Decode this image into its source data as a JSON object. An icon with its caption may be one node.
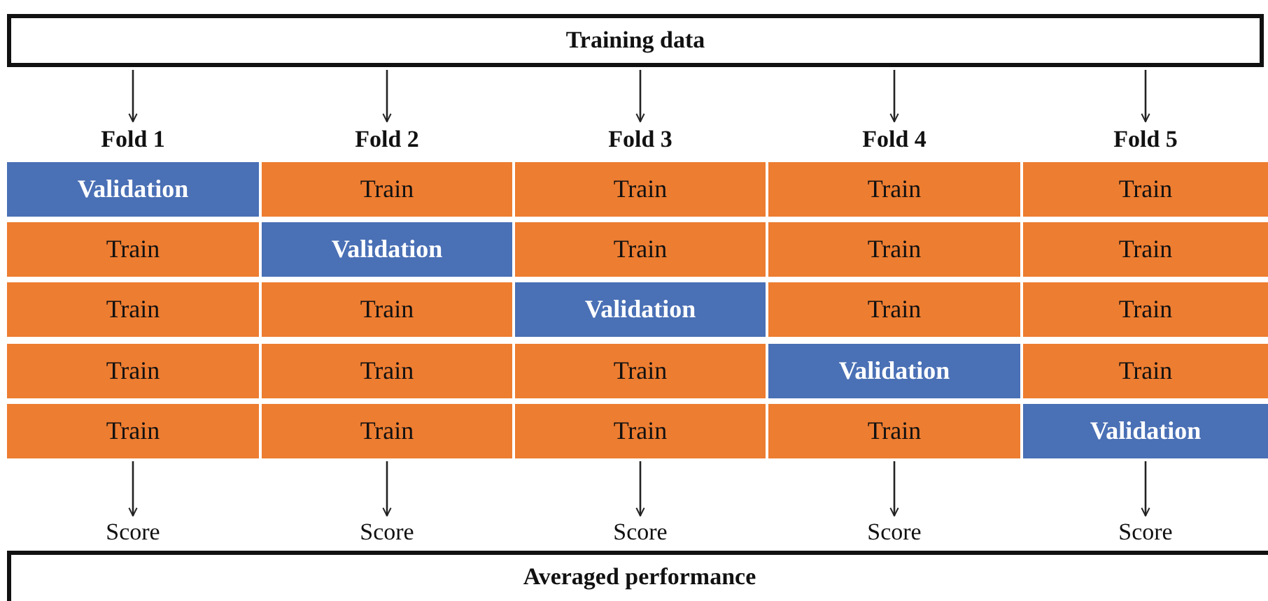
{
  "diagram": {
    "nodes": [
      {
        "text": [
          "Training data"
        ]
      },
      {
        "text": [
          "Fold 1"
        ]
      },
      {
        "text": [
          "Fold 2"
        ]
      },
      {
        "text": [
          "Fold 3"
        ]
      },
      {
        "text": [
          "Fold 4"
        ]
      },
      {
        "text": [
          "Fold 5"
        ]
      },
      {
        "text": [
          "Validation"
        ]
      },
      {
        "text": [
          "Train"
        ]
      },
      {
        "text": [
          "Train"
        ]
      },
      {
        "text": [
          "Train"
        ]
      },
      {
        "text": [
          "Train"
        ]
      },
      {
        "text": [
          "Train"
        ]
      },
      {
        "text": [
          "Validation"
        ]
      },
      {
        "text": [
          "Train"
        ]
      },
      {
        "text": [
          "Train"
        ]
      },
      {
        "text": [
          "Train"
        ]
      },
      {
        "text": [
          "Train"
        ]
      },
      {
        "text": [
          "Train"
        ]
      },
      {
        "text": [
          "Validation"
        ]
      },
      {
        "text": [
          "Train"
        ]
      },
      {
        "text": [
          "Train"
        ]
      },
      {
        "text": [
          "Train"
        ]
      },
      {
        "text": [
          "Train"
        ]
      },
      {
        "text": [
          "Train"
        ]
      },
      {
        "text": [
          "Validation"
        ]
      },
      {
        "text": [
          "Train"
        ]
      },
      {
        "text": [
          "Train"
        ]
      },
      {
        "text": [
          "Train"
        ]
      },
      {
        "text": [
          "Train"
        ]
      },
      {
        "text": [
          "Train"
        ]
      },
      {
        "text": [
          "Validation"
        ]
      },
      {
        "text": [
          "Score"
        ]
      },
      {
        "text": [
          "Score"
        ]
      },
      {
        "text": [
          "Score"
        ]
      },
      {
        "text": [
          "Score"
        ]
      },
      {
        "text": [
          "Score"
        ]
      },
      {
        "text": [
          "Averaged performance"
        ]
      }
    ],
    "edges": [
      {
        "from": 0,
        "to": 1,
        "arrow": "to"
      },
      {
        "from": 0,
        "to": 2,
        "arrow": "to"
      },
      {
        "from": 0,
        "to": 3,
        "arrow": "to"
      },
      {
        "from": 0,
        "to": 4,
        "arrow": "to"
      },
      {
        "from": 0,
        "to": 5,
        "arrow": "to"
      },
      {
        "from": 26,
        "to": 31,
        "arrow": "to"
      },
      {
        "from": 27,
        "to": 32,
        "arrow": "to"
      },
      {
        "from": 28,
        "to": 33,
        "arrow": "to"
      },
      {
        "from": 29,
        "to": 34,
        "arrow": "to"
      },
      {
        "from": 30,
        "to": 35,
        "arrow": "to"
      }
    ]
  }
}
